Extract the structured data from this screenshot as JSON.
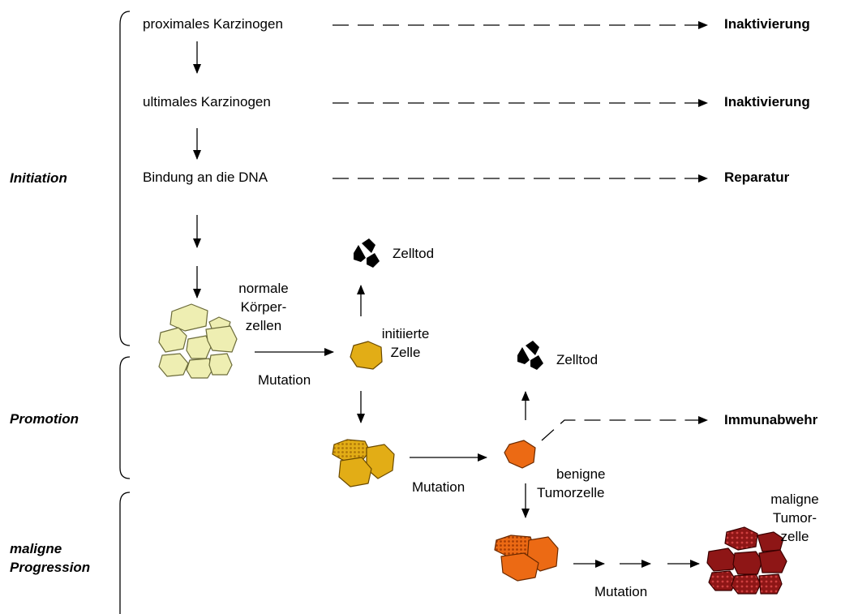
{
  "stages": {
    "initiation": "Initiation",
    "promotion": "Promotion",
    "progression_line1": "maligne",
    "progression_line2": "Progression"
  },
  "steps": {
    "proximal": "proximales Karzinogen",
    "ultimal": "ultimales Karzinogen",
    "binding": "Bindung an die DNA"
  },
  "outcomes": {
    "inactivation_1": "Inaktivierung",
    "inactivation_2": "Inaktivierung",
    "repair": "Reparatur",
    "immune_defense": "Immunabwehr"
  },
  "cells": {
    "normal_line1": "normale",
    "normal_line2": "Körper-",
    "normal_line3": "zellen",
    "initiated_line1": "initiierte",
    "initiated_line2": "Zelle",
    "benign_line1": "benigne",
    "benign_line2": "Tumorzelle",
    "malignant_line1": "maligne",
    "malignant_line2": "Tumor-",
    "malignant_line3": "zelle"
  },
  "events": {
    "cell_death_1": "Zelltod",
    "cell_death_2": "Zelltod",
    "mutation_1": "Mutation",
    "mutation_2": "Mutation",
    "mutation_3": "Mutation"
  },
  "colors": {
    "normal_cell": "#eeeeb2",
    "initiated_cell": "#e2ad16",
    "benign_cell": "#ec6a14",
    "malignant_cell": "#8e1616",
    "dead_cell": "#000000"
  }
}
